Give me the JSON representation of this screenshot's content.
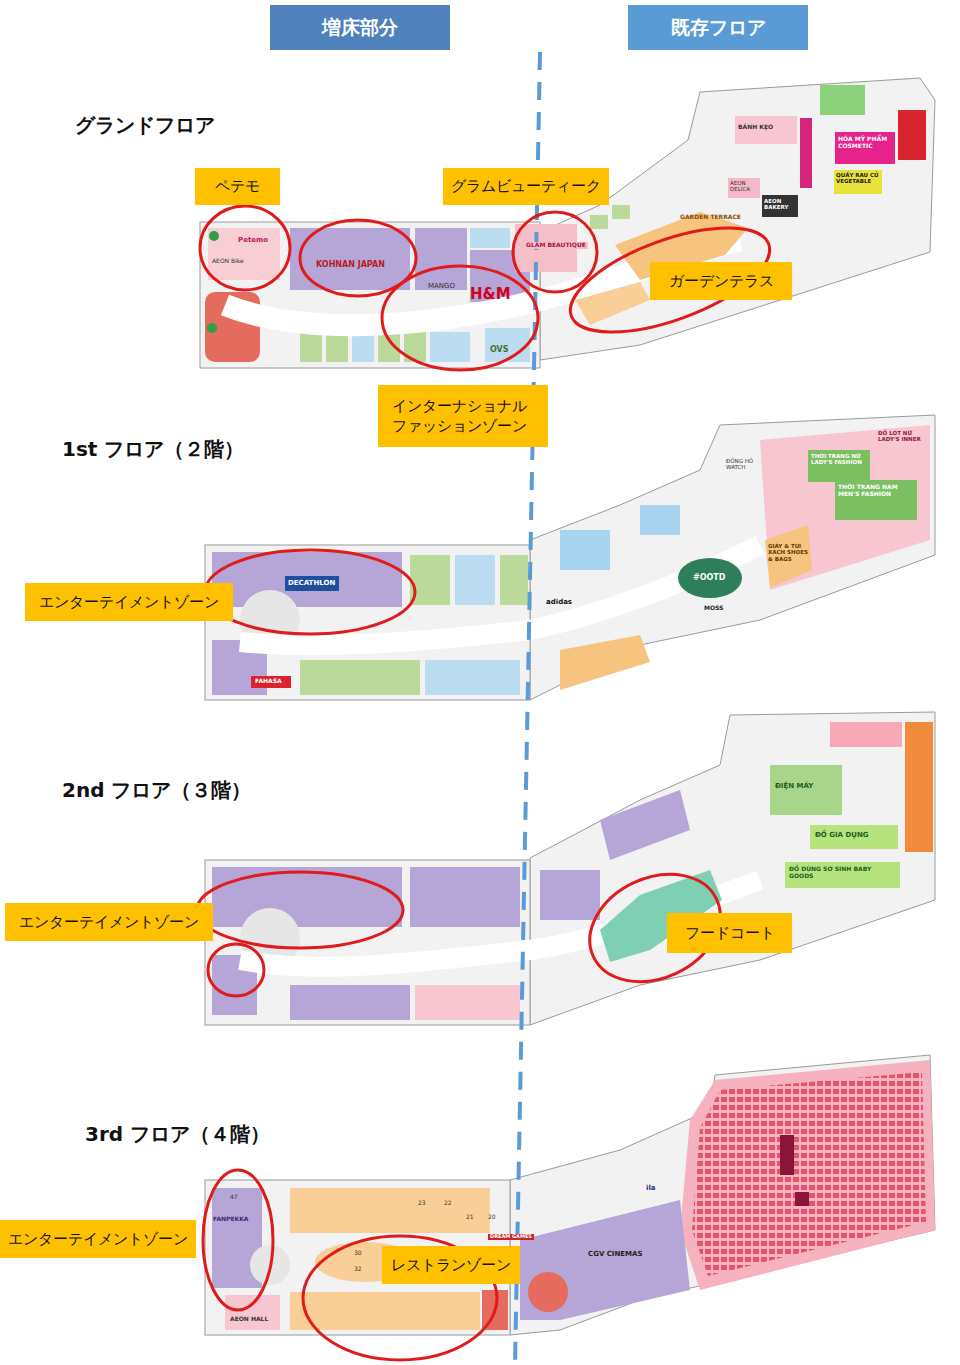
{
  "diagram": {
    "nodes": [
      {
        "text": [
          "増床部分"
        ]
      },
      {
        "text": [
          "既存フロア"
        ]
      },
      {
        "text": [
          "ペテモ"
        ]
      },
      {
        "text": [
          "グラムビューティーク"
        ]
      },
      {
        "text": [
          "ガーデンテラス"
        ]
      },
      {
        "text": [
          "インターナショナル ファッションゾーン"
        ]
      },
      {
        "text": [
          "エンターテイメントゾーン"
        ]
      },
      {
        "text": [
          "エンターテイメントゾーン"
        ]
      },
      {
        "text": [
          "フードコート"
        ]
      },
      {
        "text": [
          "エンターテイメントゾーン"
        ]
      },
      {
        "text": [
          "レストランゾーン"
        ]
      }
    ],
    "labels": [
      "グランドフロア",
      "1st フロア（２階）",
      "2nd フロア（３階）",
      "3rd フロア（４階）",
      "Petemo",
      "AEON Bike",
      "KOHNAN JAPAN",
      "MANGO",
      "H&M",
      "OVS",
      "GLAM BEAUTIQUE",
      "BÁNH KẸO",
      "HÓA MỸ PHẨM COSMETIC",
      "QUẦY RAU CỦ VEGETABLE",
      "AEON DELICA",
      "AEON BAKERY",
      "GARDEN TERRACE",
      "DECATHLON",
      "FAHASA",
      "adidas",
      "#OOTD",
      "MOSS",
      "ĐỒNG HỒ WATCH",
      "THỜI TRANG NỮ LADY'S FASHION",
      "ĐỒ LÓT NỮ LADY'S INNER",
      "THỜI TRANG NAM MEN'S FASHION",
      "GIÀY & TÚI XÁCH SHOES & BAGS",
      "ĐIỆN MÁY",
      "ĐỒ GIA DỤNG",
      "ĐỒ DÙNG SƠ SINH BABY GOODS",
      "47",
      "FANPEKKA",
      "AEON HALL",
      "23",
      "22",
      "21",
      "20",
      "30",
      "32",
      "DREAM GAMES",
      "ila",
      "CGV CINEMAS"
    ]
  }
}
